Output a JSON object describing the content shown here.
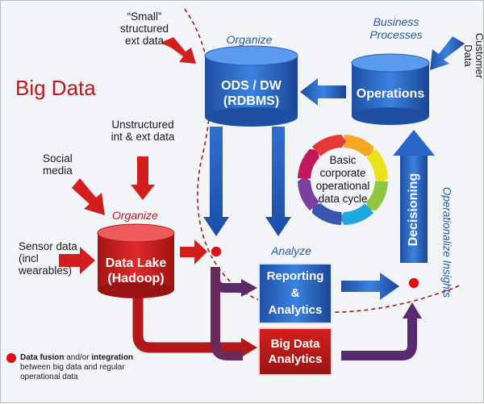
{
  "title": "Big Data",
  "sources": {
    "small_structured": "“Small”\nstructured\next data",
    "unstructured": "Unstructured\nint & ext data",
    "social": "Social\nmedia",
    "sensor": "Sensor data\n(incl\nwearables)",
    "customer": "Customer\nData"
  },
  "stage_labels": {
    "organize_top": "Organize",
    "organize_lake": "Organize",
    "analyze": "Analyze",
    "business_processes": "Business\nProcesses",
    "operationalize": "Operationalize Insights",
    "decisioning": "Decisioning"
  },
  "nodes": {
    "ods_dw": "ODS / DW\n(RDBMS)",
    "operations": "Operations",
    "data_lake": "Data Lake\n(Hadoop)",
    "reporting": "Reporting\n&\nAnalytics",
    "big_data_analytics": "Big Data\nAnalytics"
  },
  "cycle": {
    "label": "Basic\ncorporate\noperational\ndata cycle",
    "segment_colors": [
      "#f5a623",
      "#e9e21c",
      "#8dc63f",
      "#1fa8e0",
      "#3a56b0",
      "#7b3fa0",
      "#c2185b",
      "#e53935"
    ]
  },
  "legend": {
    "bold_part": "Data fusion",
    "text": " and/or ",
    "bold_part2": "integration",
    "line2": "between big data and regular",
    "line3": "operational data"
  },
  "colors": {
    "red": "#d41e1e",
    "dark_red": "#8b1a1a",
    "blue": "#2c6fd0",
    "dark_blue": "#1c3f8c",
    "purple": "#6b2a6e"
  }
}
